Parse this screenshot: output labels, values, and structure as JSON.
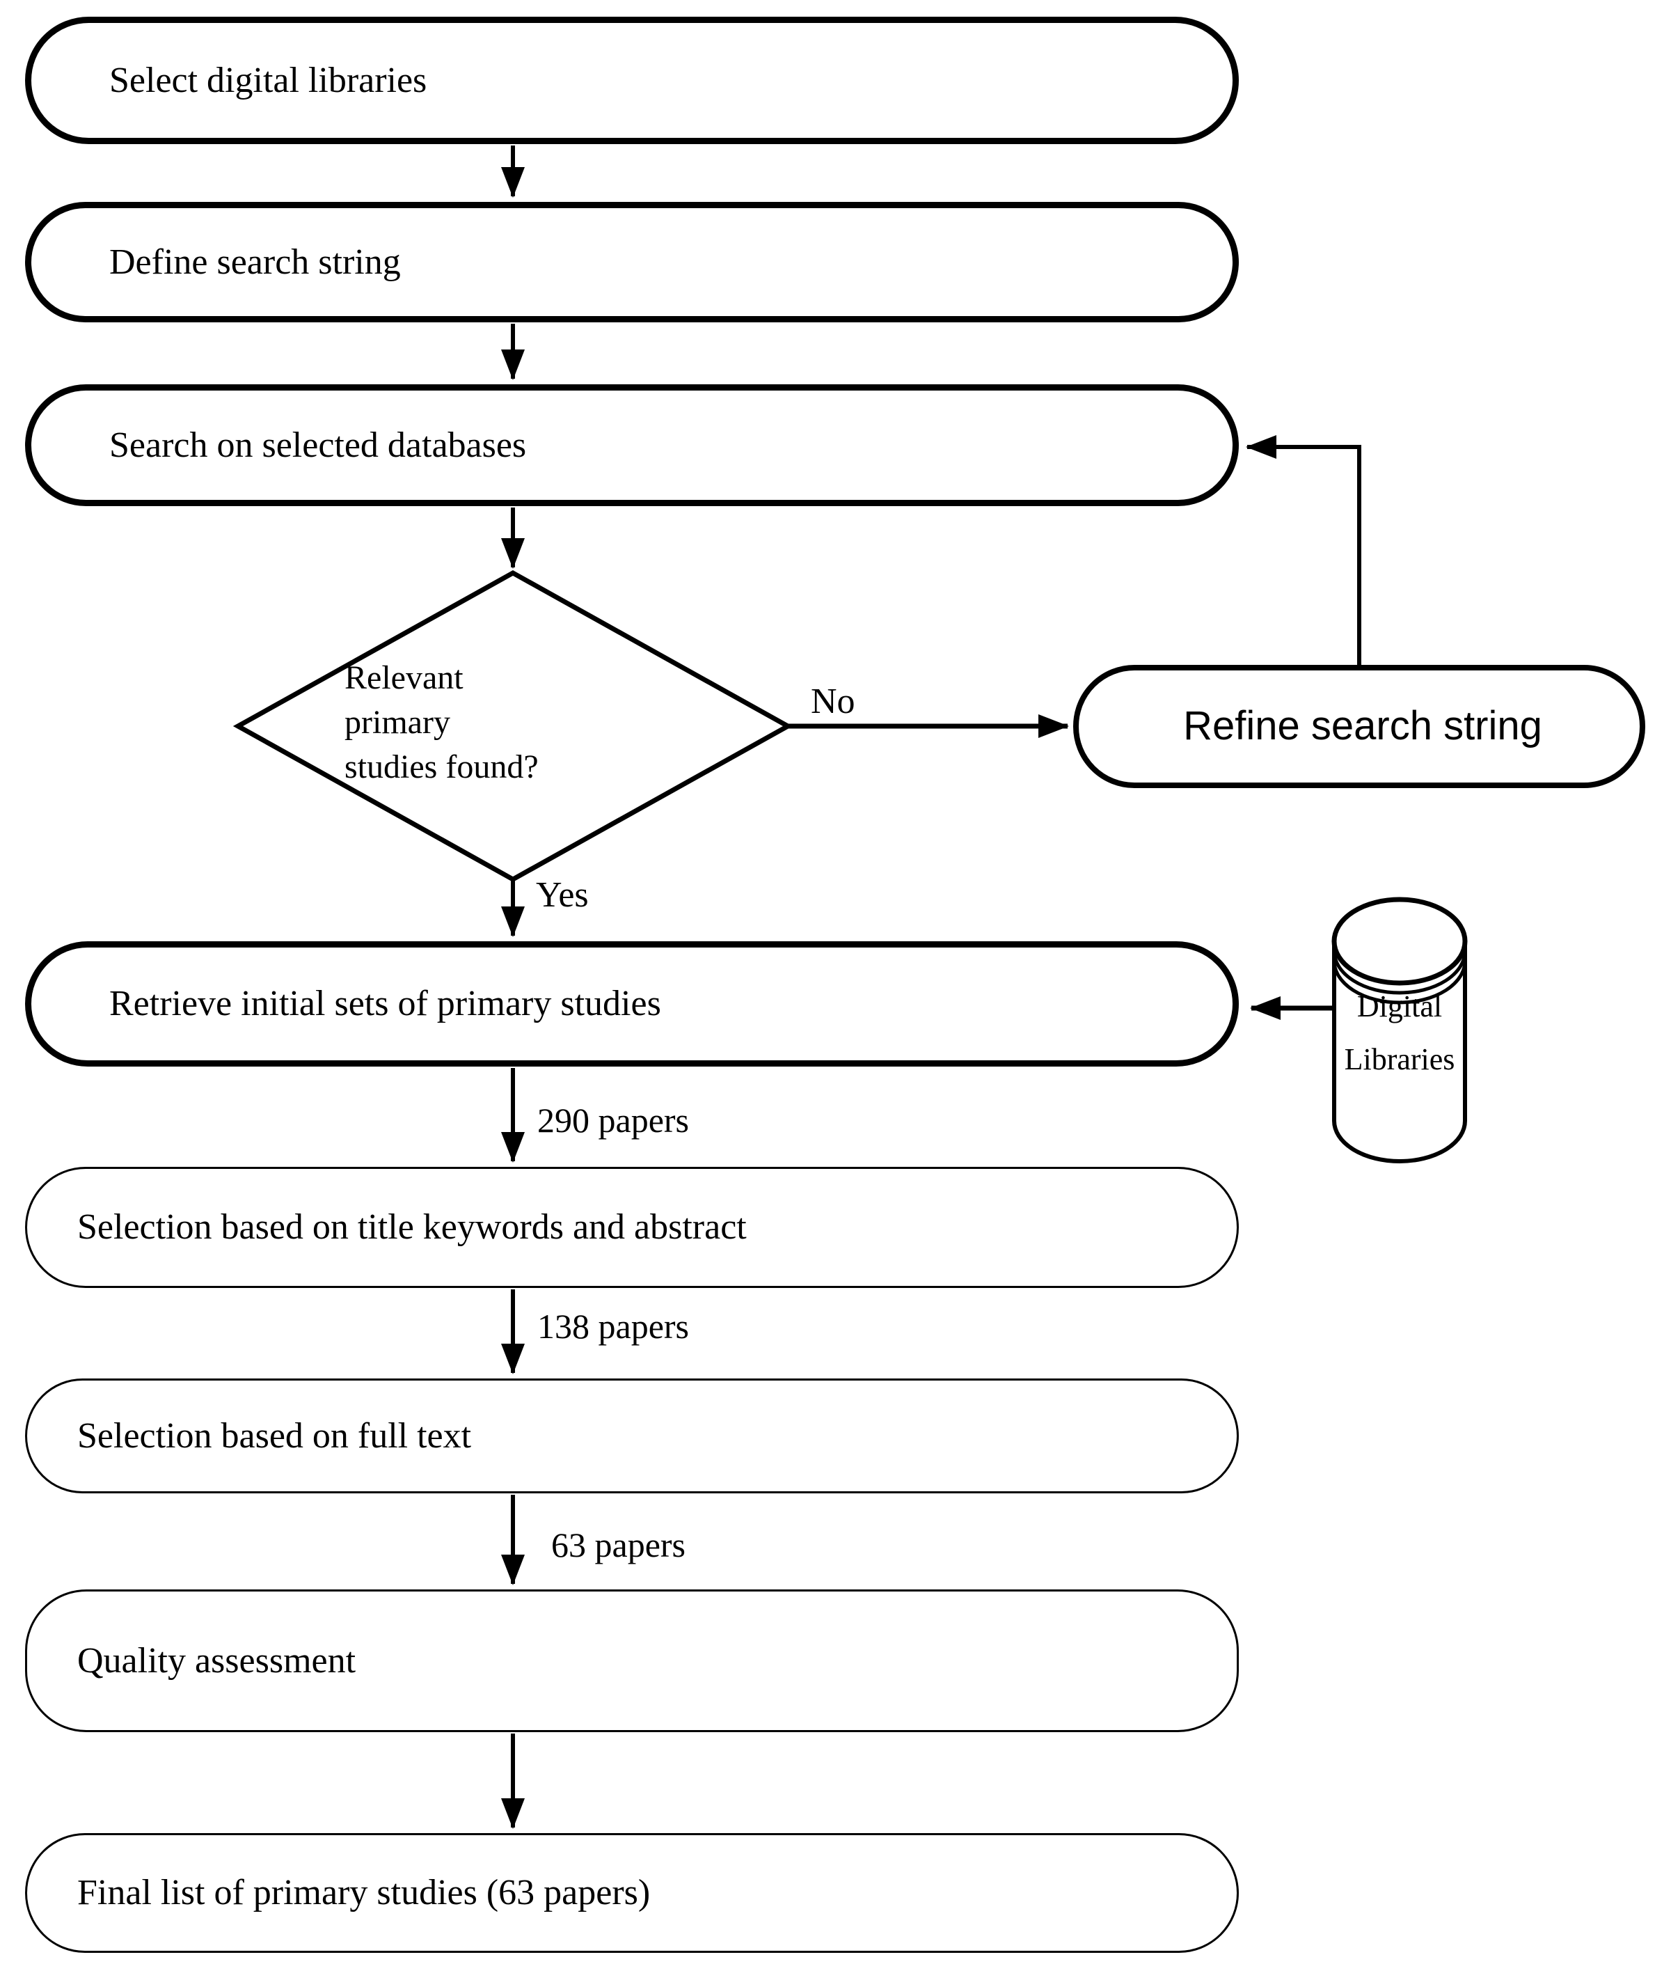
{
  "colors": {
    "ink": "#000000",
    "paper": "#ffffff"
  },
  "nodes": {
    "select": {
      "label": "Select digital libraries"
    },
    "define": {
      "label": "Define search string"
    },
    "search": {
      "label": "Search on selected databases"
    },
    "decision": {
      "line1": "Relevant",
      "line2": "primary",
      "line3": "studies found?"
    },
    "refine": {
      "label": "Refine search string"
    },
    "retrieve": {
      "label": "Retrieve initial sets of primary studies"
    },
    "datastore": {
      "line1": "Digital",
      "line2": "Libraries"
    },
    "selection_title": {
      "label": "Selection based on title keywords and abstract"
    },
    "selection_full": {
      "label": "Selection based on full text"
    },
    "quality": {
      "label": "Quality assessment"
    },
    "final": {
      "label": "Final list of primary studies (63 papers)"
    }
  },
  "edges": {
    "yes_label": "Yes",
    "no_label": "No",
    "papers_290": "290 papers",
    "papers_138": "138 papers",
    "papers_63": "63 papers"
  }
}
